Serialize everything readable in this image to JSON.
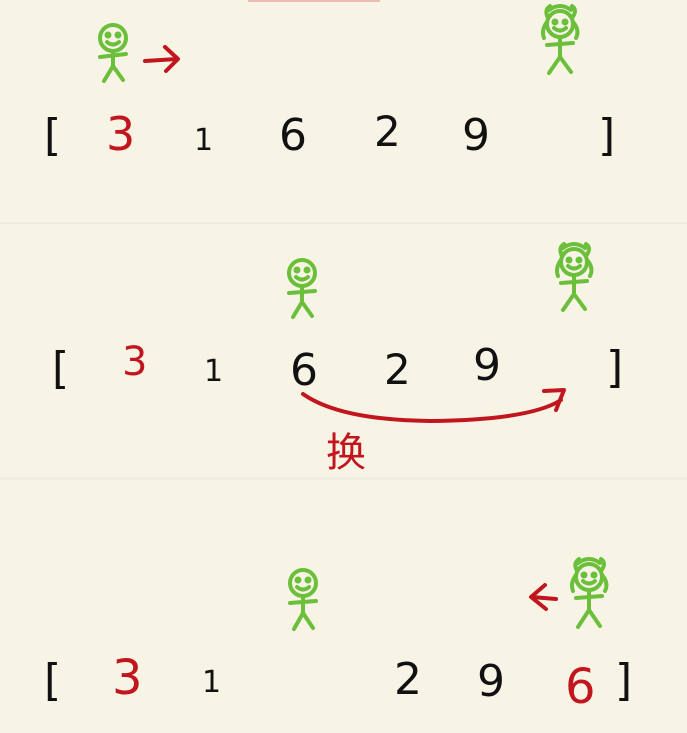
{
  "colors": {
    "background": "#f7f4e6",
    "ink": "#111111",
    "highlight": "#c2161e",
    "figure": "#6bbf3a",
    "panel_divider": "#efeddf"
  },
  "panels": [
    {
      "open_bracket": "[",
      "close_bracket": "]",
      "numbers": [
        {
          "text": "3",
          "color": "highlight"
        },
        {
          "text": "1",
          "color": "ink"
        },
        {
          "text": "6",
          "color": "ink"
        },
        {
          "text": "2",
          "color": "ink"
        },
        {
          "text": "9",
          "color": "ink"
        },
        {
          "text": "",
          "color": "ink"
        }
      ],
      "icons": [
        "stick-figure-icon",
        "arrow-right-icon",
        "stick-figure-girl-icon"
      ]
    },
    {
      "open_bracket": "[",
      "close_bracket": "]",
      "numbers": [
        {
          "text": "3",
          "color": "highlight"
        },
        {
          "text": "1",
          "color": "ink"
        },
        {
          "text": "6",
          "color": "ink"
        },
        {
          "text": "2",
          "color": "ink"
        },
        {
          "text": "9",
          "color": "ink"
        },
        {
          "text": "",
          "color": "ink"
        }
      ],
      "swap_label": "换",
      "icons": [
        "stick-figure-icon",
        "stick-figure-girl-icon",
        "swap-arrow-icon"
      ]
    },
    {
      "open_bracket": "[",
      "close_bracket": "]",
      "numbers": [
        {
          "text": "3",
          "color": "highlight"
        },
        {
          "text": "1",
          "color": "ink"
        },
        {
          "text": "",
          "color": "ink"
        },
        {
          "text": "2",
          "color": "ink"
        },
        {
          "text": "9",
          "color": "ink"
        },
        {
          "text": "6",
          "color": "highlight"
        }
      ],
      "icons": [
        "stick-figure-icon",
        "arrow-left-icon",
        "stick-figure-girl-icon"
      ]
    }
  ]
}
